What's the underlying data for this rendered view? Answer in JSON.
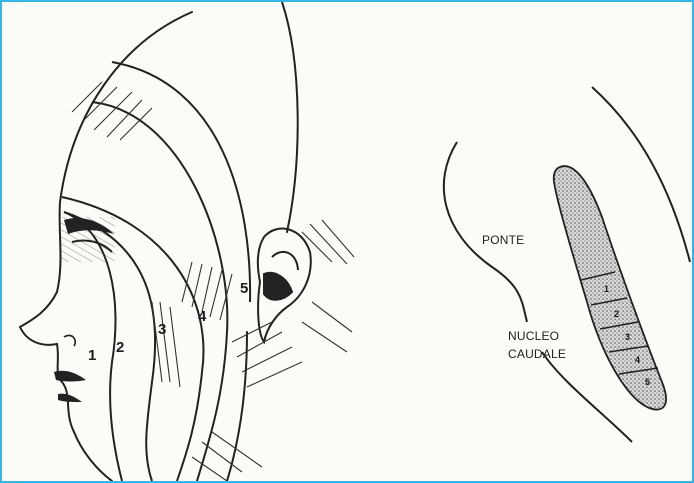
{
  "face_zones": [
    "1",
    "2",
    "3",
    "4",
    "5"
  ],
  "nucleus_labels": {
    "upper": "PONTE",
    "lower_line1": "NUCLEO",
    "lower_line2": "CAUDALE"
  },
  "nucleus_segments": [
    "1",
    "2",
    "3",
    "4",
    "5"
  ],
  "colors": {
    "border": "#35b6e6",
    "ink": "#1e1e1e",
    "paper": "#fbfbf8"
  }
}
